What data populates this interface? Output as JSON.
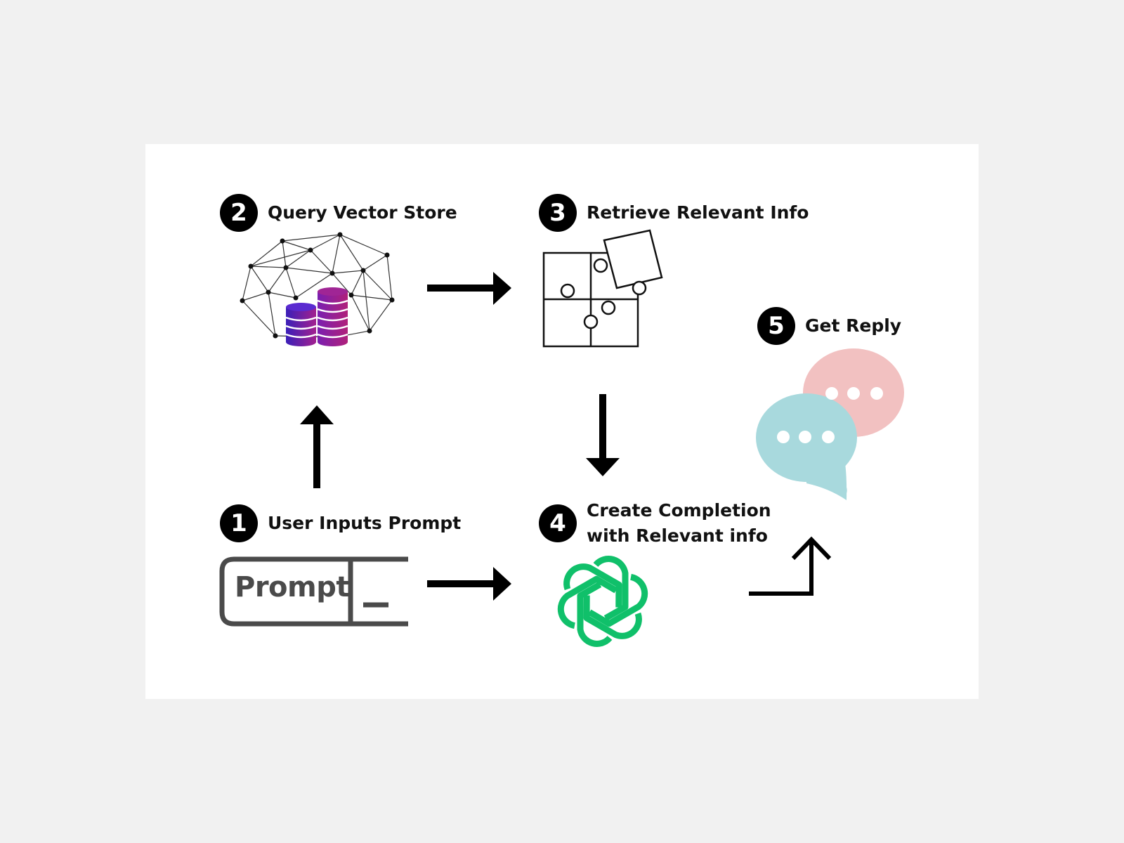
{
  "steps": [
    {
      "number": "1",
      "label": "User Inputs Prompt"
    },
    {
      "number": "2",
      "label": "Query Vector Store"
    },
    {
      "number": "3",
      "label": "Retrieve Relevant Info"
    },
    {
      "number": "4",
      "label_line1": "Create Completion",
      "label_line2": "with Relevant info"
    },
    {
      "number": "5",
      "label": "Get Reply"
    }
  ],
  "prompt_box": {
    "text": "Prompt"
  },
  "colors": {
    "background": "#f1f1f1",
    "card": "#ffffff",
    "arrow": "#000000",
    "prompt_outline": "#4a4a4a",
    "openai_green": "#10c06a",
    "bubble_pink": "#f2c1c1",
    "bubble_teal": "#a8d9dd",
    "coin_blue": "#3a1fb8",
    "coin_magenta": "#a3208f"
  },
  "icons": [
    "network-database-icon",
    "puzzle-icon",
    "openai-logo-icon",
    "chat-bubbles-icon",
    "prompt-input-icon"
  ]
}
